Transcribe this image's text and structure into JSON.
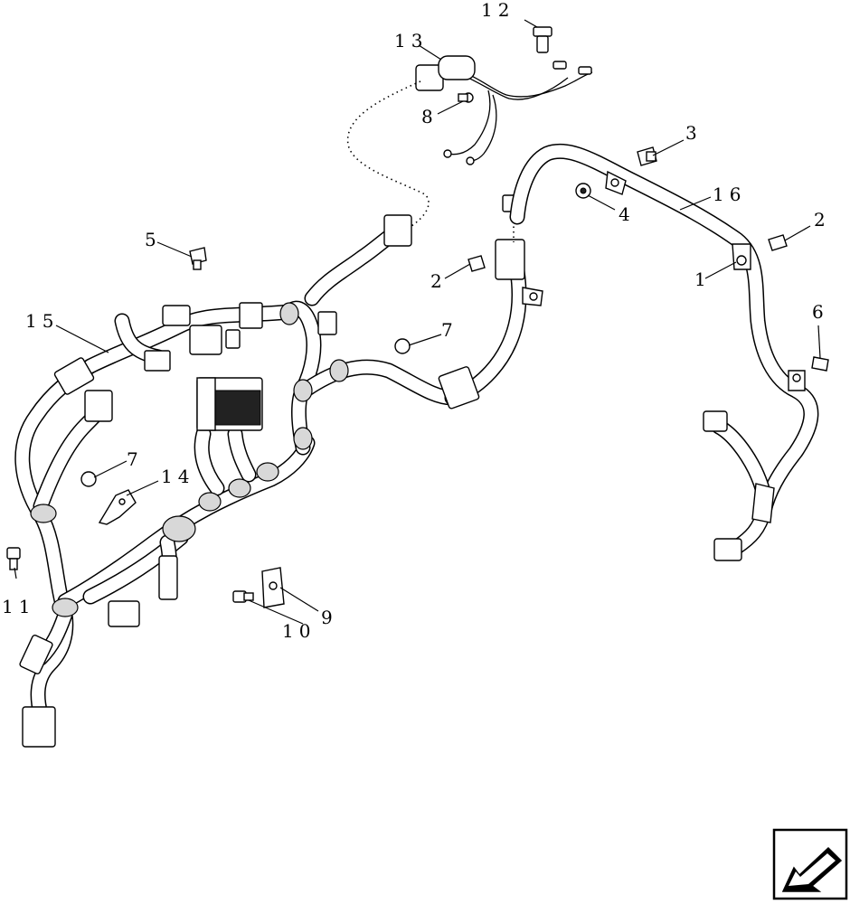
{
  "callouts": [
    {
      "id": "c1",
      "label": "1"
    },
    {
      "id": "c2a",
      "label": "2"
    },
    {
      "id": "c2b",
      "label": "2"
    },
    {
      "id": "c3",
      "label": "3"
    },
    {
      "id": "c4",
      "label": "4"
    },
    {
      "id": "c5",
      "label": "5"
    },
    {
      "id": "c6",
      "label": "6"
    },
    {
      "id": "c7a",
      "label": "7"
    },
    {
      "id": "c7b",
      "label": "7"
    },
    {
      "id": "c8",
      "label": "8"
    },
    {
      "id": "c9",
      "label": "9"
    },
    {
      "id": "c10",
      "label": "10"
    },
    {
      "id": "c11",
      "label": "11"
    },
    {
      "id": "c12",
      "label": "12"
    },
    {
      "id": "c13",
      "label": "13"
    },
    {
      "id": "c14",
      "label": "14"
    },
    {
      "id": "c15",
      "label": "15"
    },
    {
      "id": "c16",
      "label": "16"
    }
  ],
  "icons": {
    "nav_arrow": "previous-page-arrow-icon"
  }
}
